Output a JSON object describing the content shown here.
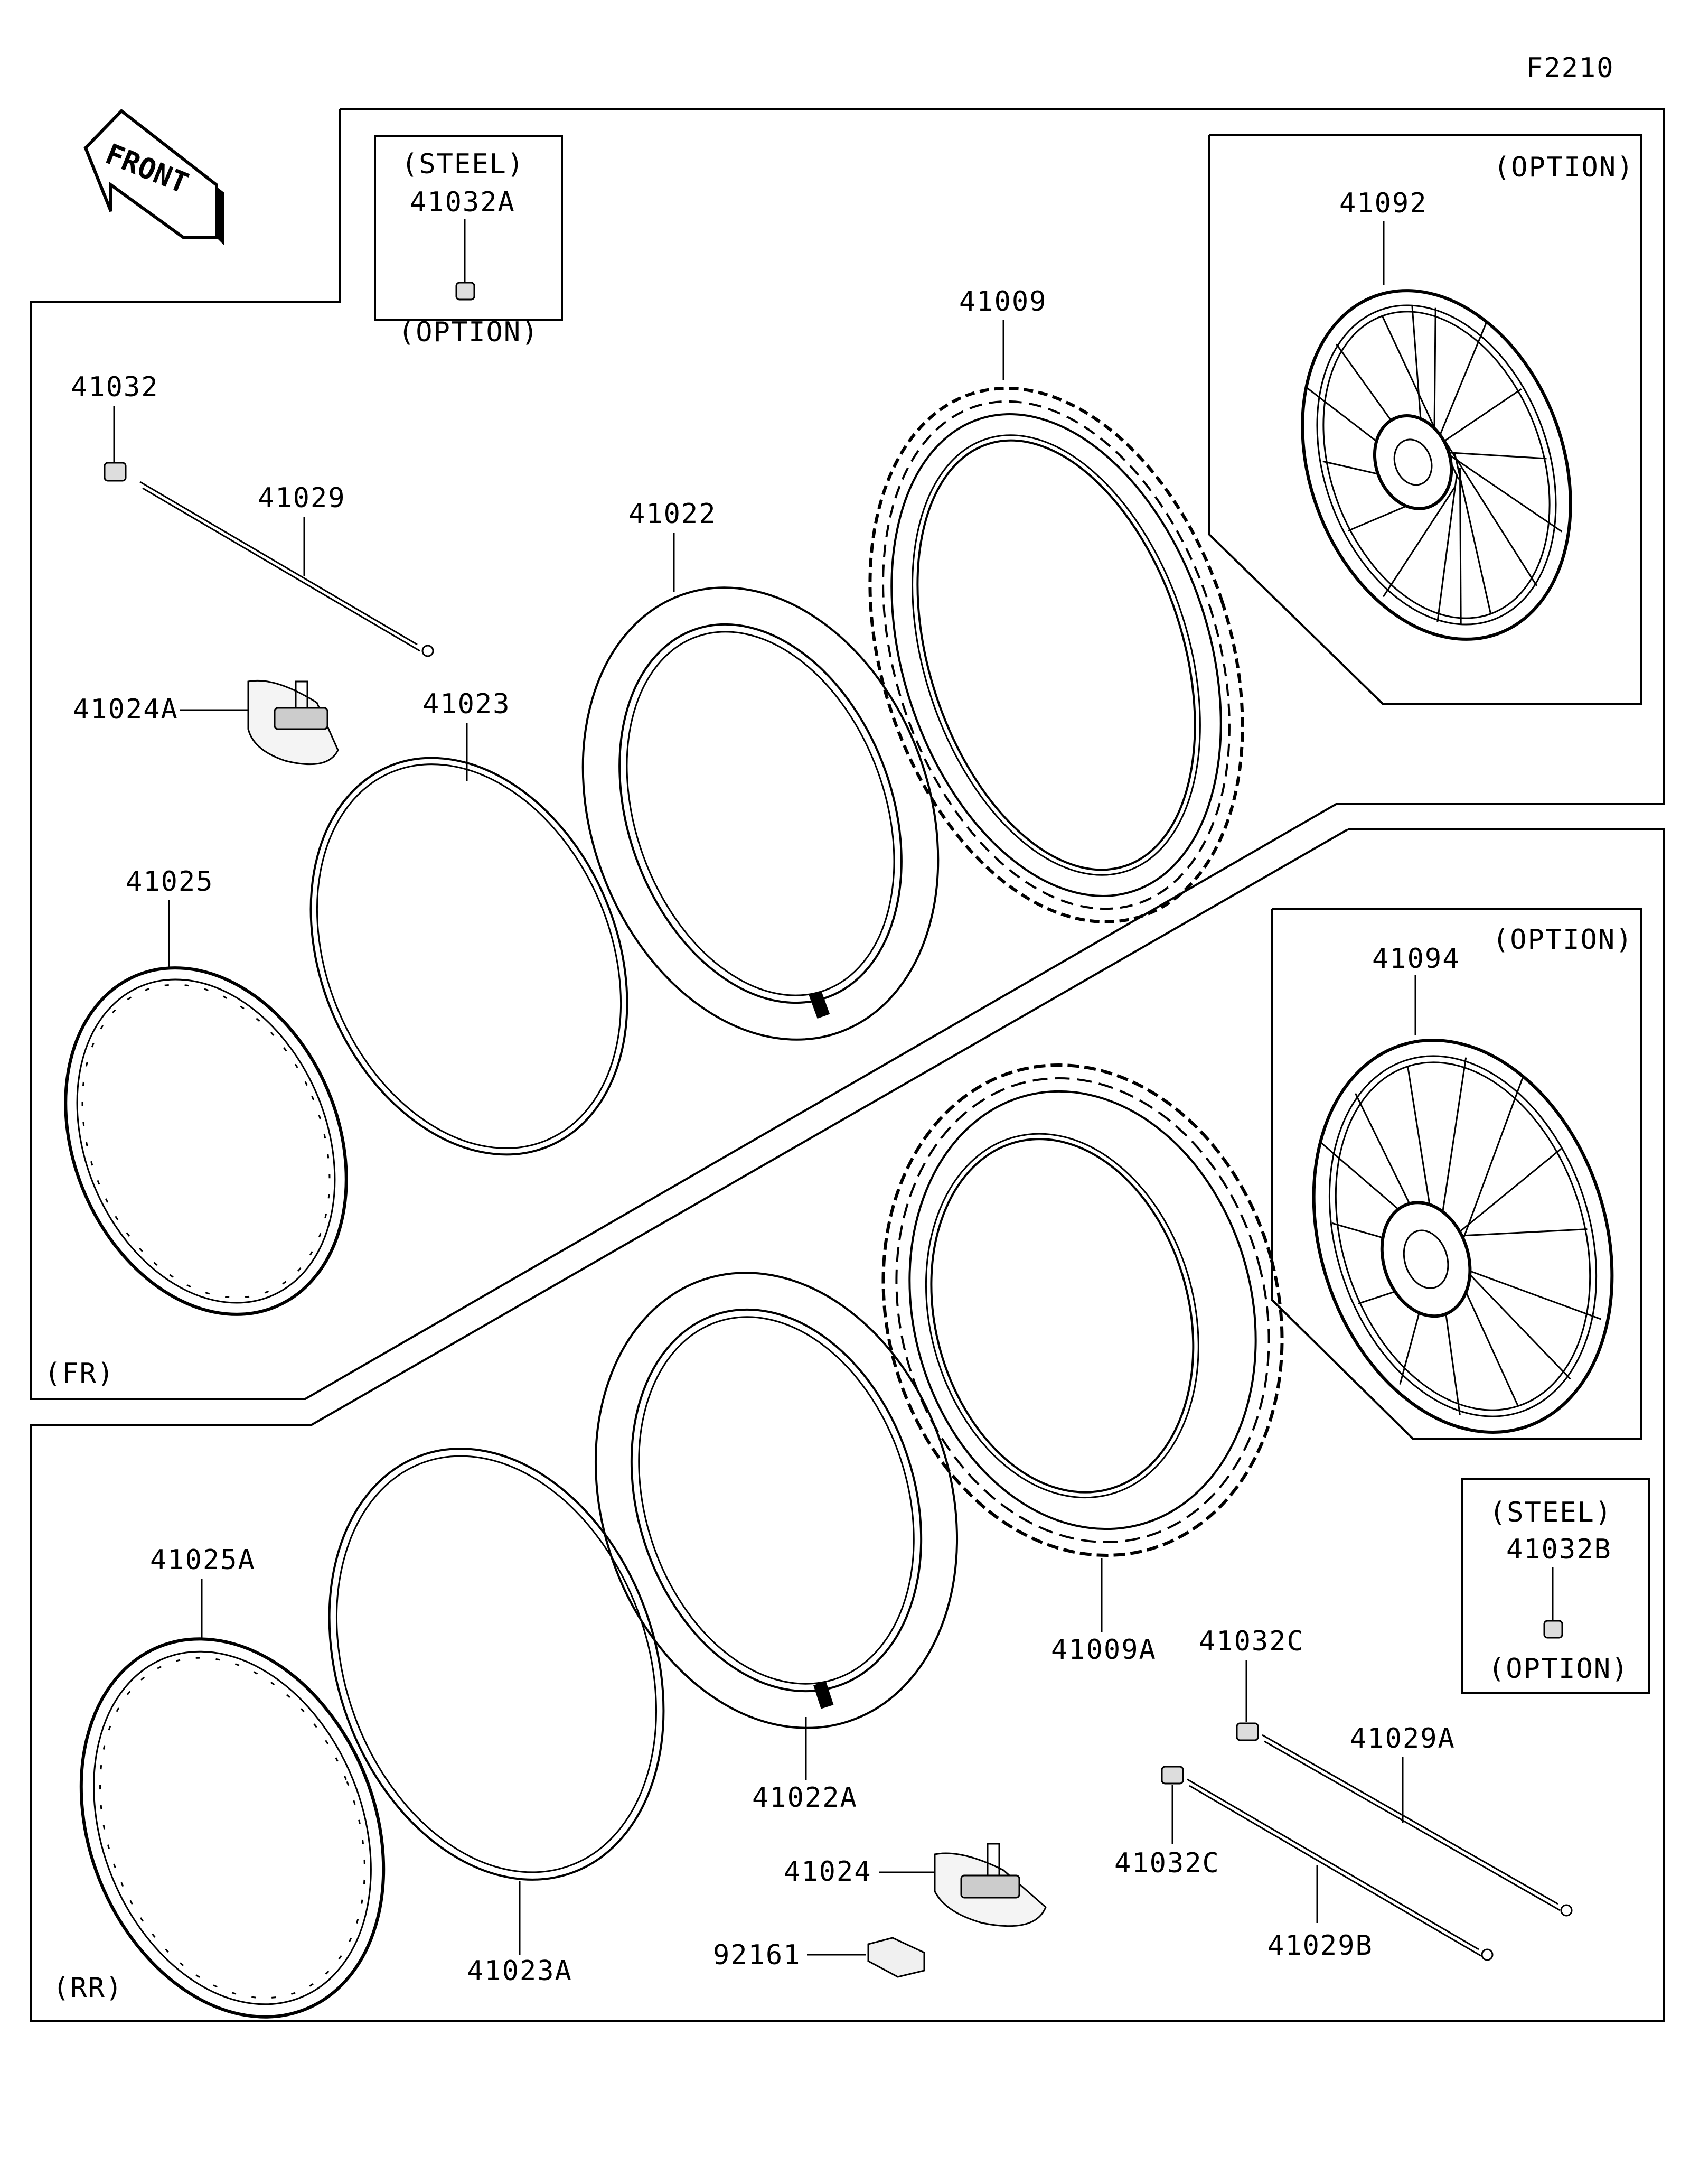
{
  "figure_code": "F2210",
  "front_label": "FRONT",
  "sections": {
    "front": "(FR)",
    "rear": "(RR)"
  },
  "boxes": {
    "steel_front": {
      "material": "(STEEL)",
      "part": "41032A",
      "note": "(OPTION)"
    },
    "steel_rear": {
      "material": "(STEEL)",
      "part": "41032B",
      "note": "(OPTION)"
    },
    "wheel_front": {
      "note": "(OPTION)",
      "part": "41092"
    },
    "wheel_rear": {
      "note": "(OPTION)",
      "part": "41094"
    }
  },
  "parts": {
    "p41032": "41032",
    "p41029": "41029",
    "p41024A": "41024A",
    "p41023": "41023",
    "p41022": "41022",
    "p41009": "41009",
    "p41025": "41025",
    "p41025A": "41025A",
    "p41023A": "41023A",
    "p41022A": "41022A",
    "p41009A": "41009A",
    "p41024": "41024",
    "p92161": "92161",
    "p41032C_top": "41032C",
    "p41032C_bottom": "41032C",
    "p41029A": "41029A",
    "p41029B": "41029B"
  }
}
